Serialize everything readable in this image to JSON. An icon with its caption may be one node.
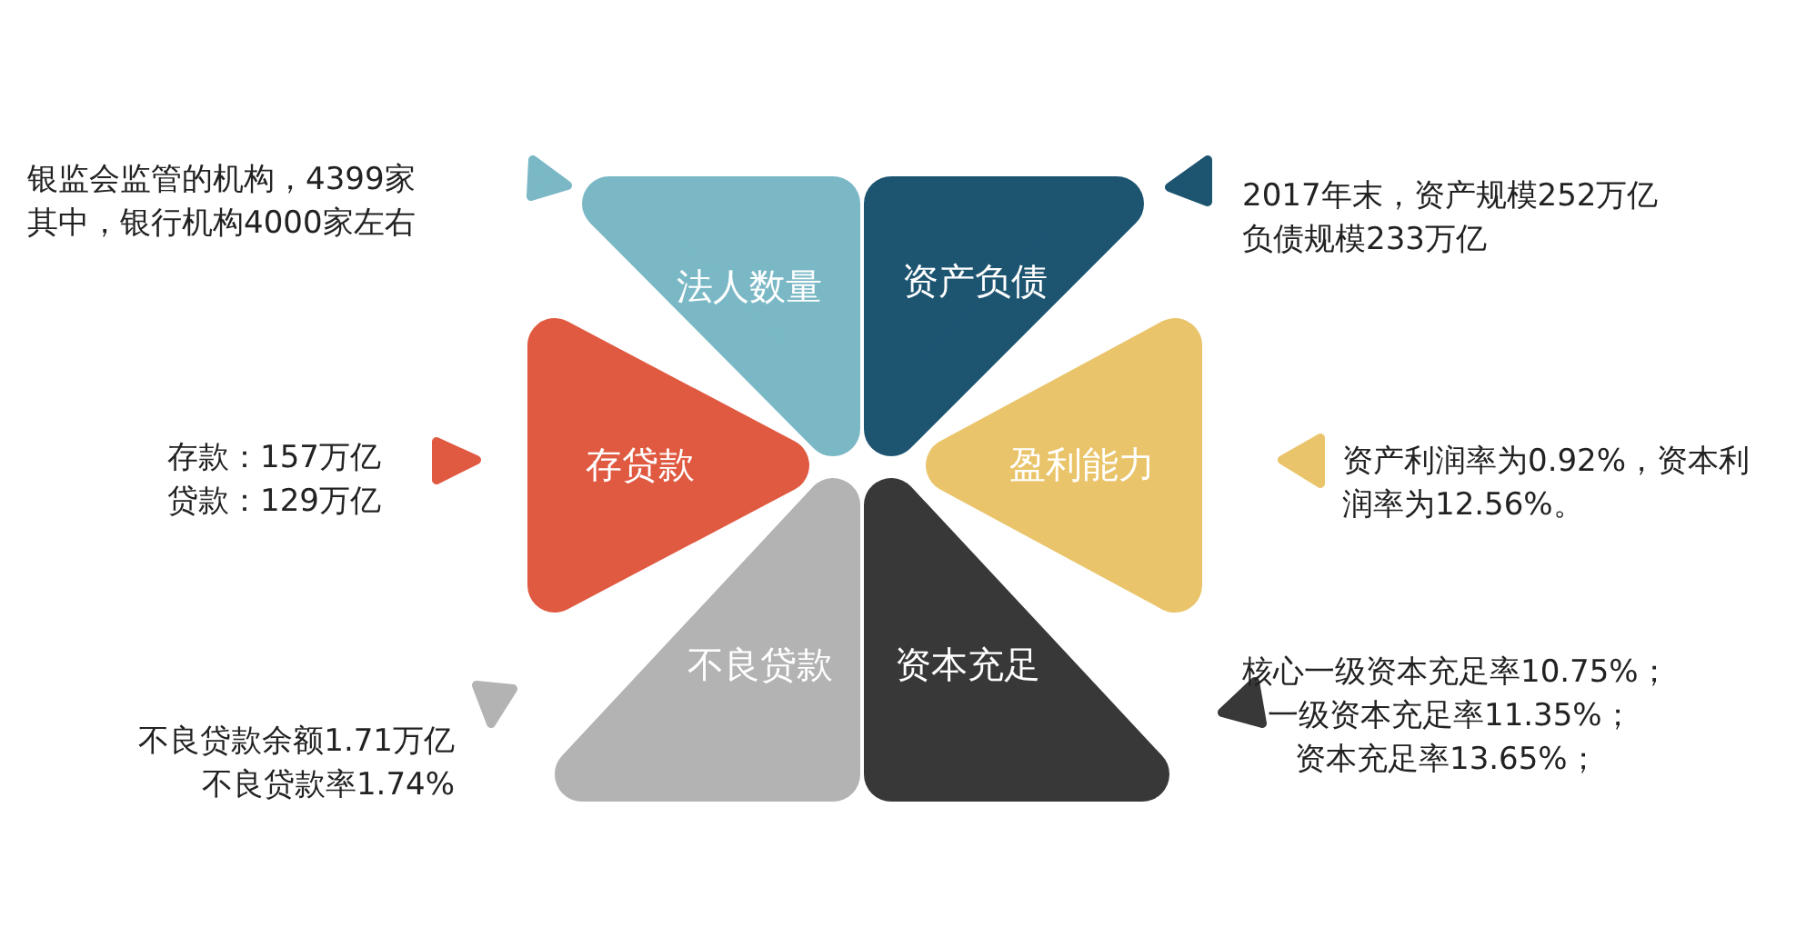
{
  "diagram": {
    "nodes": [
      {
        "text": [
          "法人数量"
        ]
      },
      {
        "text": [
          "资产负债"
        ]
      },
      {
        "text": [
          "存贷款"
        ]
      },
      {
        "text": [
          "盈利能力"
        ]
      },
      {
        "text": [
          "不良贷款"
        ]
      },
      {
        "text": [
          "资本充足"
        ]
      }
    ],
    "edges": [],
    "labels": [
      "银监会监管的机构，4399家",
      "其中，银行机构4000家左右",
      "2017年末，资产规模252万亿",
      "负债规模233万亿",
      "存款：157万亿",
      "贷款：129万亿",
      "资产利润率为0.92%，资本利润率为12.56%。",
      "不良贷款余额1.71万亿",
      "不良贷款率1.74%",
      "核心一级资本充足率10.75%；",
      "一级资本充足率11.35%；",
      "资本充足率13.65%；"
    ]
  }
}
